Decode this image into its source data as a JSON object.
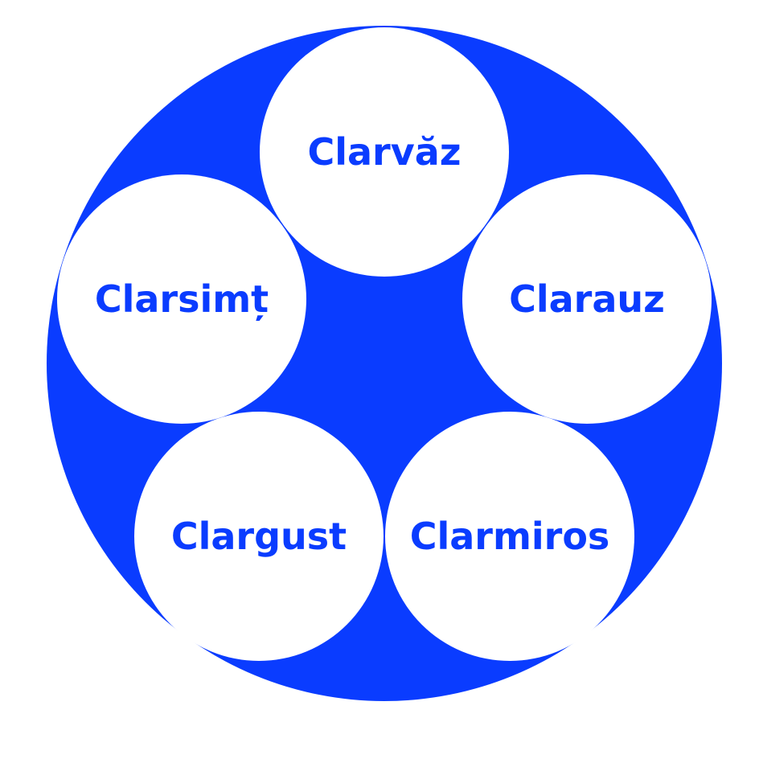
{
  "colors": {
    "primary": "#0a3cff",
    "circle_fill": "#ffffff"
  },
  "diagram": {
    "center_label": "",
    "items": [
      {
        "label": "Clarvăz"
      },
      {
        "label": "Clarauz"
      },
      {
        "label": "Clarmiros"
      },
      {
        "label": "Clargust"
      },
      {
        "label": "Clarsimț"
      }
    ]
  }
}
